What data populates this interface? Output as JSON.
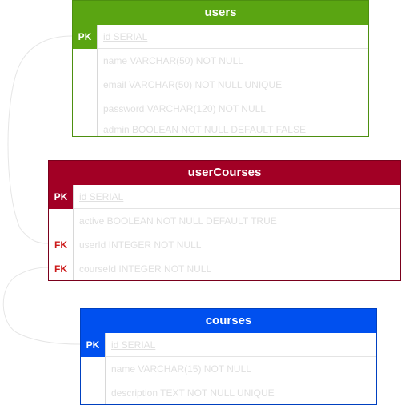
{
  "colors": {
    "users": "#5aa512",
    "userCourses": "#a20025",
    "courses": "#0050ef",
    "fk_text": "#cc1a1a",
    "field_text": "#e0e0e0",
    "connector": "#e6e6e6"
  },
  "tables": {
    "users": {
      "title": "users",
      "pk_label": "PK",
      "pk_field": "id SERIAL",
      "fields": [
        "name VARCHAR(50) NOT NULL",
        "email VARCHAR(50) NOT NULL UNIQUE",
        "password VARCHAR(120) NOT NULL",
        "admin BOOLEAN NOT NULL DEFAULT FALSE"
      ]
    },
    "userCourses": {
      "title": "userCourses",
      "pk_label": "PK",
      "pk_field": "id SERIAL",
      "field_active": "active BOOLEAN NOT NULL DEFAULT TRUE",
      "fk_label_1": "FK",
      "fk_field_1": "userId INTEGER NOT NULL",
      "fk_label_2": "FK",
      "fk_field_2": "courseId INTEGER NOT NULL"
    },
    "courses": {
      "title": "courses",
      "pk_label": "PK",
      "pk_field": "id SERIAL",
      "fields": [
        "name VARCHAR(15) NOT NULL",
        "description TEXT NOT NULL UNIQUE"
      ]
    }
  }
}
